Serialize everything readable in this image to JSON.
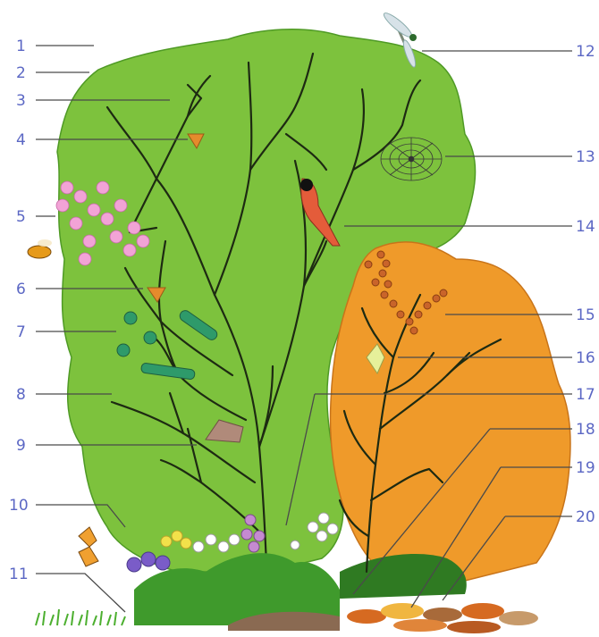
{
  "labels": [
    "1",
    "2",
    "3",
    "4",
    "5",
    "6",
    "7",
    "8",
    "9",
    "10",
    "11",
    "12",
    "13",
    "14",
    "15",
    "16",
    "17",
    "18",
    "19",
    "20"
  ],
  "colors": {
    "label": "#5b67c4",
    "leader": "#4a4a4a",
    "foliage": "#7dc23d",
    "autumn_foliage": "#ef9a2a",
    "branches": "#1d2a12",
    "blossom": "#f2a3d6",
    "ground_plants": "#3f9a2c",
    "fallen_leaves": "#d66a21"
  }
}
